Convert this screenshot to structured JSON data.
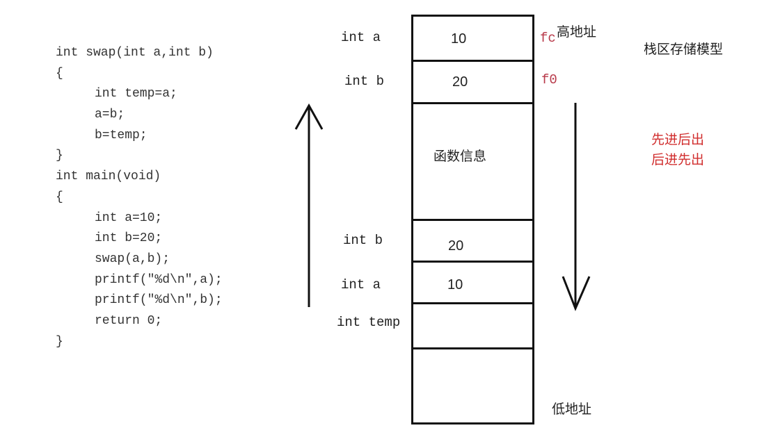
{
  "code": [
    "int swap(int a,int b)",
    "{",
    "int temp=a;",
    "a=b;",
    "b=temp;",
    "}",
    "int main(void)",
    "{",
    "int a=10;",
    "int b=20;",
    "swap(a,b);",
    "printf(\"%d\\n\",a);",
    "printf(\"%d\\n\",b);",
    "return 0;",
    "}"
  ],
  "stack": {
    "title": "栈区存储模型",
    "high_address": "高地址",
    "low_address": "低地址",
    "function_info": "函数信息",
    "order_line_1": "先进后出",
    "order_line_2": "后进先出",
    "top_a_label": "int a",
    "top_a_value": "10",
    "top_a_addr": "fc",
    "top_b_label": "int b",
    "top_b_value": "20",
    "top_b_addr": "f0",
    "swap_b_label": "int b",
    "swap_b_value": "20",
    "swap_a_label": "int a",
    "swap_a_value": "10",
    "swap_temp_label": "int temp",
    "swap_temp_value": ""
  },
  "colors": {
    "address": "#b83a4a",
    "order_note": "#d02c2c",
    "lines": "#111111"
  }
}
